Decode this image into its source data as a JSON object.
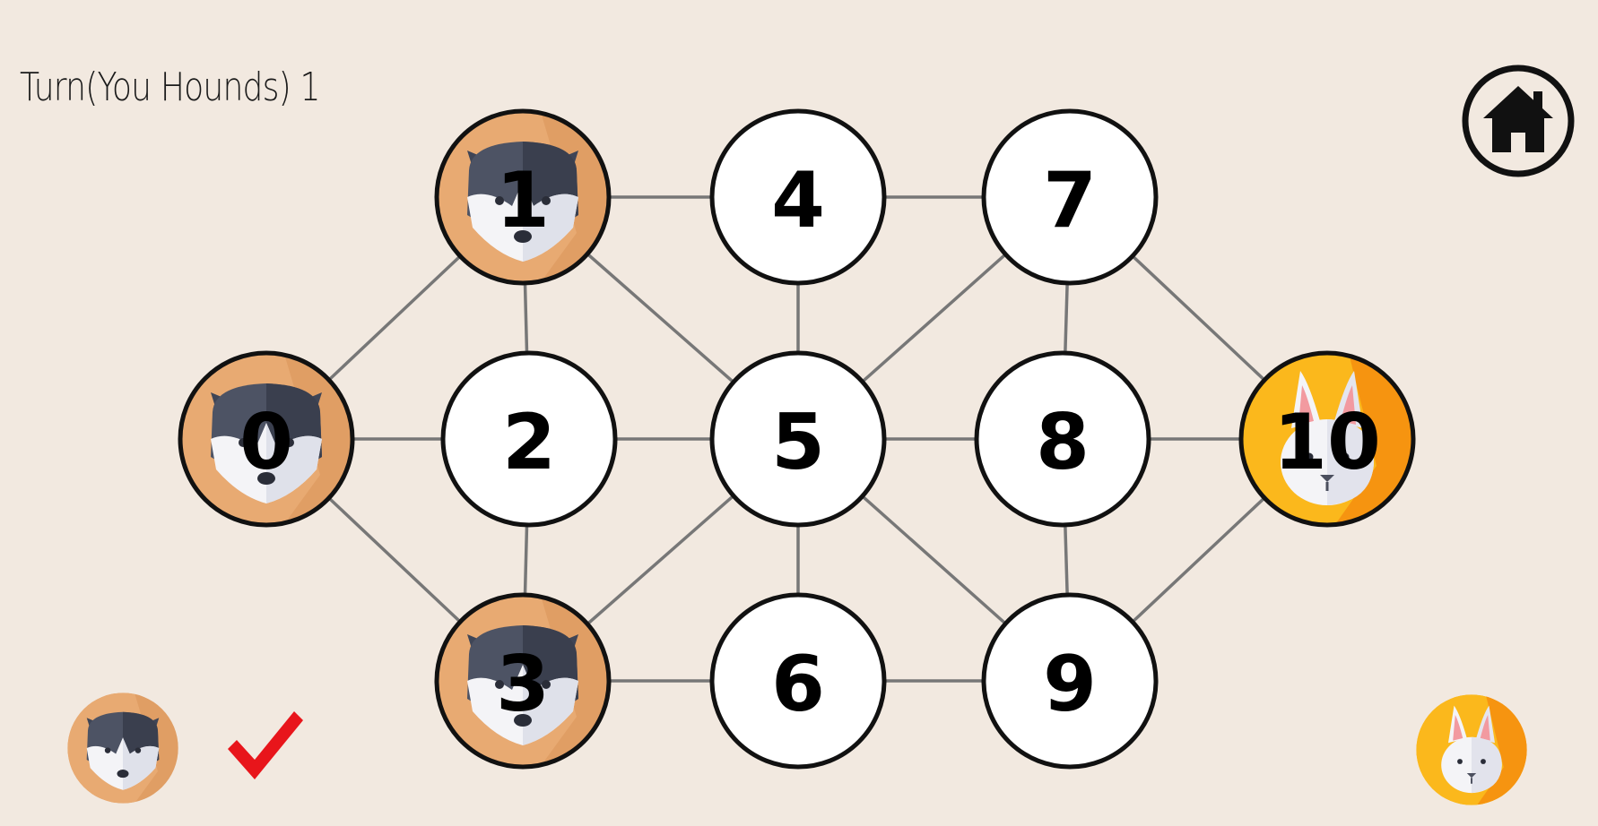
{
  "status": {
    "turn_text": "Turn(You Hounds) 1"
  },
  "board": {
    "nodes": [
      {
        "id": "0",
        "label": "0",
        "piece": "hound"
      },
      {
        "id": "1",
        "label": "1",
        "piece": "hound"
      },
      {
        "id": "2",
        "label": "2",
        "piece": "empty"
      },
      {
        "id": "3",
        "label": "3",
        "piece": "hound"
      },
      {
        "id": "4",
        "label": "4",
        "piece": "empty"
      },
      {
        "id": "5",
        "label": "5",
        "piece": "empty"
      },
      {
        "id": "6",
        "label": "6",
        "piece": "empty"
      },
      {
        "id": "7",
        "label": "7",
        "piece": "empty"
      },
      {
        "id": "8",
        "label": "8",
        "piece": "empty"
      },
      {
        "id": "9",
        "label": "9",
        "piece": "empty"
      },
      {
        "id": "10",
        "label": "10",
        "piece": "hare"
      }
    ],
    "edges": [
      [
        "0",
        "1"
      ],
      [
        "0",
        "2"
      ],
      [
        "0",
        "3"
      ],
      [
        "1",
        "2"
      ],
      [
        "1",
        "4"
      ],
      [
        "1",
        "5"
      ],
      [
        "2",
        "3"
      ],
      [
        "2",
        "5"
      ],
      [
        "3",
        "5"
      ],
      [
        "3",
        "6"
      ],
      [
        "4",
        "5"
      ],
      [
        "4",
        "7"
      ],
      [
        "5",
        "6"
      ],
      [
        "5",
        "7"
      ],
      [
        "5",
        "8"
      ],
      [
        "5",
        "9"
      ],
      [
        "6",
        "9"
      ],
      [
        "7",
        "8"
      ],
      [
        "7",
        "10"
      ],
      [
        "8",
        "9"
      ],
      [
        "8",
        "10"
      ],
      [
        "9",
        "10"
      ]
    ]
  },
  "controls": {
    "home_icon": "home-icon",
    "player_indicator_icon": "hound-icon",
    "confirm_icon": "check-icon",
    "opponent_indicator_icon": "hare-icon"
  },
  "colors": {
    "background": "#f2e9e0",
    "node_fill": "#ffffff",
    "node_stroke": "#111111",
    "edge": "#777777",
    "hound_bg": "#e8aa72",
    "hare_bg": "#f7a21a",
    "check": "#e8151b"
  }
}
